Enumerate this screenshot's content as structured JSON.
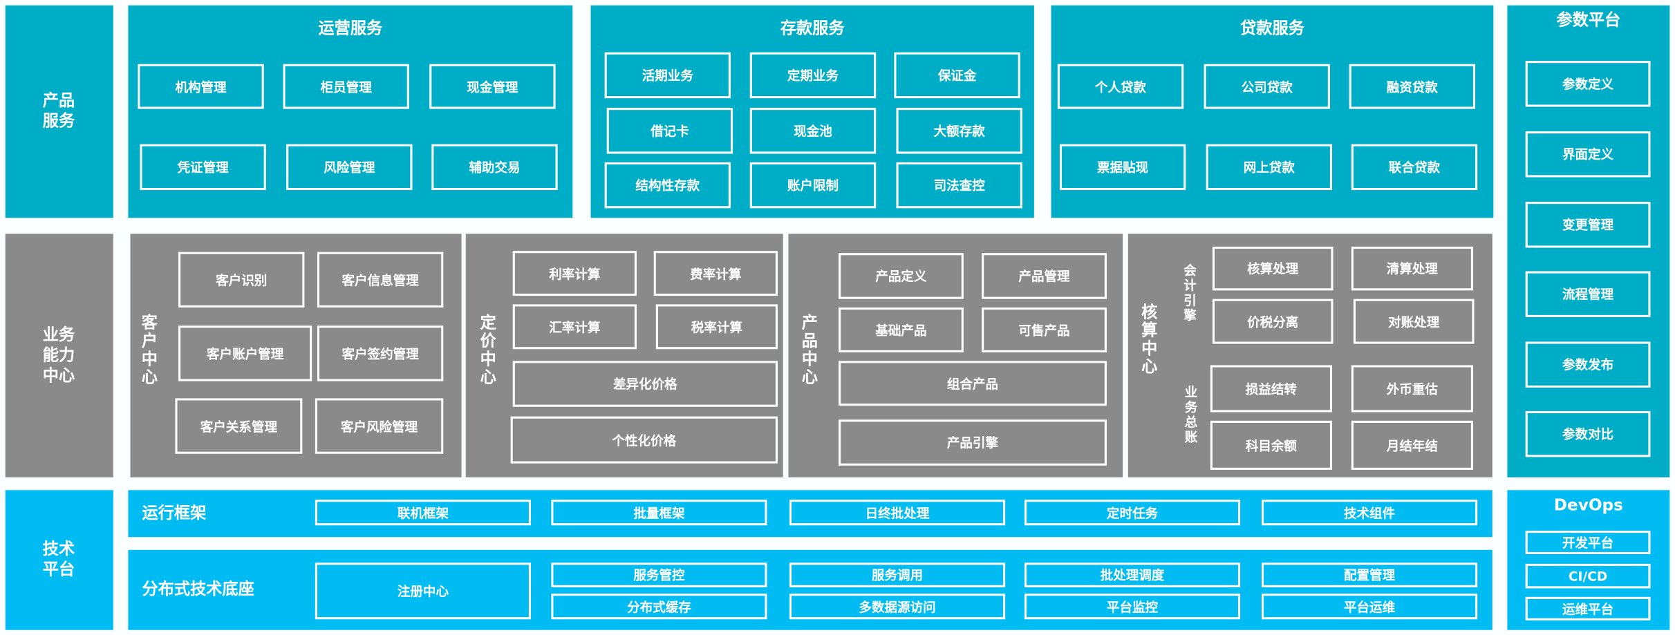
{
  "colors": {
    "product": "#00adc6",
    "capability": "#8a8a8a",
    "tech": "#00bcf2",
    "text": "#ffffff"
  },
  "product_services": {
    "label": "产品\n服务",
    "operations": {
      "title": "运营服务",
      "items": [
        "机构管理",
        "柜员管理",
        "现金管理",
        "凭证管理",
        "风险管理",
        "辅助交易"
      ]
    },
    "deposits": {
      "title": "存款服务",
      "items": [
        "活期业务",
        "定期业务",
        "保证金",
        "借记卡",
        "现金池",
        "大额存款",
        "结构性存款",
        "账户限制",
        "司法查控"
      ]
    },
    "loans": {
      "title": "贷款服务",
      "items": [
        "个人贷款",
        "公司贷款",
        "融资贷款",
        "票据贴现",
        "网上贷款",
        "联合贷款"
      ]
    }
  },
  "parameter_platform": {
    "title": "参数平台",
    "items": [
      "参数定义",
      "界面定义",
      "变更管理",
      "流程管理",
      "参数发布",
      "参数对比"
    ]
  },
  "capability_center": {
    "label": "业务\n能力\n中心",
    "customer": {
      "title": "客户中心",
      "items": [
        "客户识别",
        "客户信息管理",
        "客户账户管理",
        "客户签约管理",
        "客户关系管理",
        "客户风险管理"
      ]
    },
    "pricing": {
      "title": "定价中心",
      "items": [
        "利率计算",
        "费率计算",
        "汇率计算",
        "税率计算",
        "差异化价格",
        "个性化价格"
      ]
    },
    "product": {
      "title": "产品中心",
      "items": [
        "产品定义",
        "产品管理",
        "基础产品",
        "可售产品",
        "组合产品",
        "产品引擎"
      ]
    },
    "accounting": {
      "title": "核算中心",
      "engine_label": "会计引擎",
      "ledger_label": "业务总账",
      "items": [
        "核算处理",
        "清算处理",
        "价税分离",
        "对账处理",
        "损益结转",
        "外币重估",
        "科目余额",
        "月结年结"
      ]
    }
  },
  "tech_platform": {
    "label": "技术\n平台",
    "runtime": {
      "title": "运行框架",
      "items": [
        "联机框架",
        "批量框架",
        "日终批处理",
        "定时任务",
        "技术组件"
      ]
    },
    "distributed": {
      "title": "分布式技术底座",
      "items": [
        "注册中心",
        "服务管控",
        "服务调用",
        "批处理调度",
        "配置管理",
        "分布式缓存",
        "多数据源访问",
        "平台监控",
        "平台运维"
      ]
    }
  },
  "devops": {
    "title": "DevOps",
    "items": [
      "开发平台",
      "CI/CD",
      "运维平台"
    ]
  }
}
